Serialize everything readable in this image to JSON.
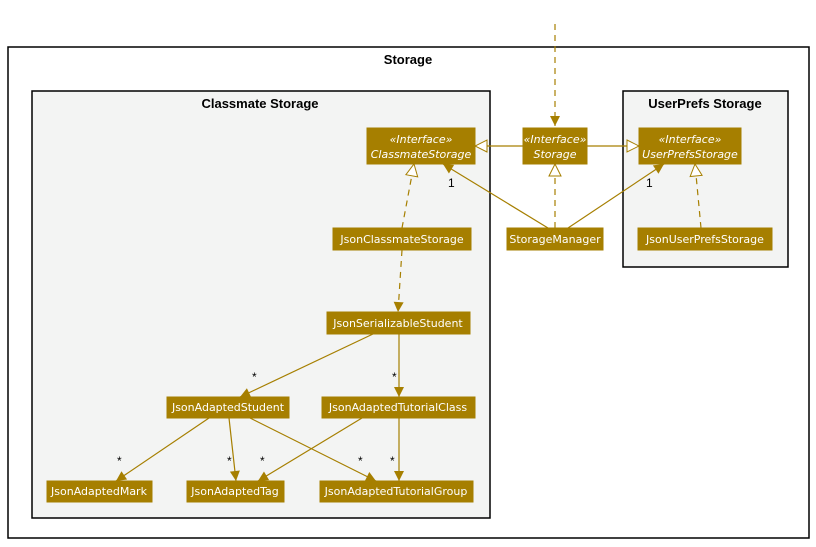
{
  "colors": {
    "node_fill": "#A67F00",
    "node_border": "#A67F00",
    "node_text": "#FFFFFF",
    "edge": "#A67F00",
    "package_fill": "#F3F4F3",
    "outer_fill": "#FFFFFF",
    "border": "#000000"
  },
  "packages": {
    "storage": "Storage",
    "classmate": "Classmate Storage",
    "userprefs": "UserPrefs Storage"
  },
  "stereotype": "«Interface»",
  "nodes": {
    "classmate_storage": "ClassmateStorage",
    "storage": "Storage",
    "userprefs_storage": "UserPrefsStorage",
    "json_classmate_storage": "JsonClassmateStorage",
    "storage_manager": "StorageManager",
    "json_userprefs_storage": "JsonUserPrefsStorage",
    "json_serializable_student": "JsonSerializableStudent",
    "json_adapted_student": "JsonAdaptedStudent",
    "json_adapted_tutorial_class": "JsonAdaptedTutorialClass",
    "json_adapted_mark": "JsonAdaptedMark",
    "json_adapted_tag": "JsonAdaptedTag",
    "json_adapted_tutorial_group": "JsonAdaptedTutorialGroup"
  },
  "multiplicities": {
    "one": "1",
    "many": "*"
  }
}
